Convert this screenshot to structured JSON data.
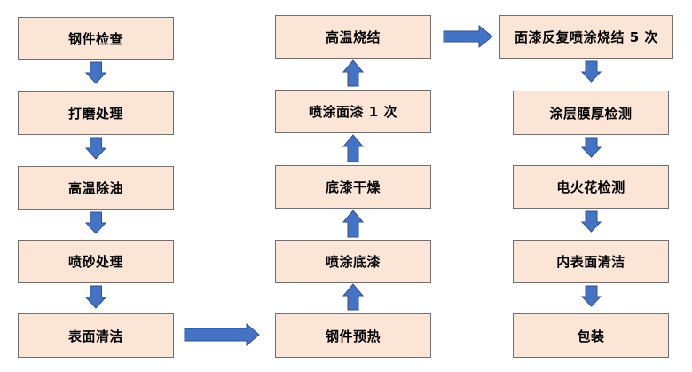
{
  "colors": {
    "box_fill": "#fbe5d6",
    "box_border": "#6f6f6f",
    "arrow_fill": "#4472c4",
    "arrow_stroke": "#2f528f"
  },
  "flowchart": {
    "column1": {
      "steps": [
        {
          "label": "钢件检查"
        },
        {
          "label": "打磨处理"
        },
        {
          "label": "高温除油"
        },
        {
          "label": "喷砂处理"
        },
        {
          "label": "表面清洁"
        }
      ]
    },
    "column2": {
      "steps": [
        {
          "label": "钢件预热"
        },
        {
          "label": "喷涂底漆"
        },
        {
          "label": "底漆干燥"
        },
        {
          "label": "喷涂面漆 1 次"
        },
        {
          "label": "高温烧结"
        }
      ]
    },
    "column3": {
      "steps": [
        {
          "label": "面漆反复喷涂烧结 5 次"
        },
        {
          "label": "涂层膜厚检测"
        },
        {
          "label": "电火花检测"
        },
        {
          "label": "内表面清洁"
        },
        {
          "label": "包装"
        }
      ]
    }
  }
}
